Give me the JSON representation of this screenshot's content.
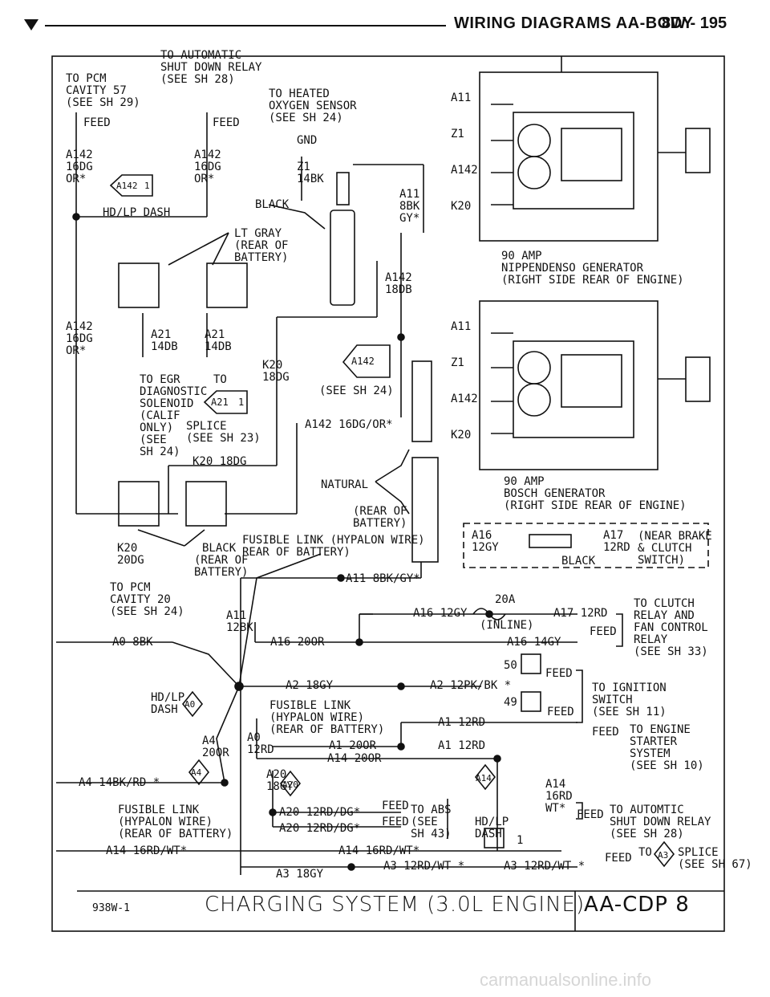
{
  "header": {
    "title": "WIRING DIAGRAMS AA-BODY",
    "page": "8W - 195"
  },
  "labels": {
    "to_pcm57": "TO PCM\nCAVITY 57\n(SEE SH 29)",
    "to_asd": "TO AUTOMATIC\nSHUT DOWN RELAY\n(SEE SH 28)",
    "to_o2": "TO HEATED\nOXYGEN SENSOR\n(SEE SH 24)",
    "feed_l": "FEED",
    "feed_c": "FEED",
    "gnd": "GND",
    "w_a142_l": "A142\n16DG\nOR*",
    "w_a142_c": "A142\n16DG\nOR*",
    "w_z1": "Z1\n14BK",
    "hdlp_dash": "HD/LP DASH",
    "black1": "BLACK",
    "w_a11_top": "A11\n8BK\nGY*",
    "lt_gray": "LT GRAY\n(REAR OF\nBATTERY)",
    "w_a142_18": "A142\n18DB",
    "w_a142_left": "A142\n16DG\nOR*",
    "w_a21_a": "A21\n14DB",
    "w_a21_b": "A21\n14DB",
    "w_k20_18": "K20\n18DG",
    "to_egr": "TO EGR\nDIAGNOSTIC\nSOLENOID\n(CALIF\nONLY)\n(SEE\nSH 24)",
    "to_splice": "TO",
    "splice_see": "SPLICE\n(SEE SH 23)",
    "see24": "(SEE SH 24)",
    "w_a142_dg": "A142 16DG/OR*",
    "w_k20_h": "K20 18DG",
    "natural": "NATURAL",
    "rear_batt": "(REAR OF\nBATTERY)",
    "k20_20": "K20\n20DG",
    "to_pcm20": "TO PCM\nCAVITY 20\n(SEE SH 24)",
    "black2": "BLACK",
    "rear_batt2": "(REAR OF\nBATTERY)",
    "fl_hypalon": "FUSIBLE LINK (HYPALON WIRE)\nREAR OF BATTERY)",
    "w_a11_8": "A11 8BK/GY*",
    "a11_12": "A11\n12BK",
    "a0_8bk": "A0 8BK",
    "a16_20or": "A16 20OR",
    "a16_12gy": "A16 12GY",
    "fuse20": "20A",
    "inline": "(INLINE)",
    "a17_12rd": "A17 12RD",
    "a16_14gy": "A16 14GY",
    "feed_r1": "FEED",
    "to_clutch": "TO CLUTCH\nRELAY AND\nFAN CONTROL\nRELAY\n(SEE SH 33)",
    "gen1_wires": "A11\n\n\nZ1\n\n\nA142\n\n\nK20",
    "gen1_name": "90 AMP\nNIPPENDENSO GENERATOR\n(RIGHT SIDE REAR OF ENGINE)",
    "gen2_wires": "A11\n\n\nZ1\n\n\nA142\n\n\nK20",
    "gen2_name": "90 AMP\nBOSCH GENERATOR\n(RIGHT SIDE REAR OF ENGINE)",
    "a16_box": "A16\n12GY",
    "a17_box": "A17\n12RD",
    "black_box": "BLACK",
    "near_brake": "(NEAR BRAKE\n& CLUTCH\nSWITCH)",
    "fuse50": "50",
    "fuse49": "49",
    "a2_18gy": "A2 18GY",
    "a2_12pk": "A2 12PK/BK *",
    "feed_r2": "FEED",
    "to_ign": "TO IGNITION\nSWITCH\n(SEE SH 11)",
    "hdlp_dash2": "HD/LP\nDASH",
    "fl2": "FUSIBLE LINK\n(HYPALON WIRE)\n(REAR OF BATTERY)",
    "a1_12rd_a": "A1 12RD",
    "feed_r3": "FEED",
    "a4_20or": "A4\n20OR",
    "a0_12rd": "A0\n12RD",
    "a1_20or": "A1 20OR",
    "a1_12rd_b": "A1 12RD",
    "feed_r4": "FEED",
    "to_starter": "TO ENGINE\nSTARTER\nSYSTEM\n(SEE SH 10)",
    "a14_20or": "A14 20OR",
    "a4_14bk": "A4 14BK/RD *",
    "a20_18gy": "A20\n18GY",
    "a14_16rd": "A14\n16RD\nWT*",
    "fl3": "FUSIBLE LINK\n(HYPALON WIRE)\n(REAR OF BATTERY)",
    "a20_12a": "A20 12RD/DG*",
    "a20_12b": "A20 12RD/DG*",
    "feed_abs1": "FEED",
    "feed_abs2": "FEED",
    "to_abs": "TO ABS\n(SEE\nSH 43)",
    "hdlp3": "HD/LP\nDASH",
    "feed_r5": "FEED",
    "to_asd2": "TO AUTOMTIC\nSHUT DOWN RELAY\n(SEE SH 28)",
    "a14_16rd_wt_l": "A14 16RD/WT*",
    "a14_16rd_wt_c": "A14 16RD/WT*",
    "fuse1": "1",
    "a3_18gy": "A3 18GY",
    "a3_12a": "A3 12RD/WT *",
    "a3_12b": "A3 12RD/WT *",
    "feed_r6": "FEED",
    "to_splice2": "TO",
    "splice67": "SPLICE\n(SEE SH 67)"
  },
  "connectors": {
    "a142_1": "A142",
    "a142_1_pin": "1",
    "a142_2": "A142",
    "a21": "A21",
    "a21_pin": "1",
    "a0": "A0",
    "a4": "A4",
    "a20": "A20",
    "a14": "A14",
    "a3": "A3"
  },
  "footer": {
    "id": "938W-1",
    "title": "CHARGING SYSTEM (3.0L ENGINE)",
    "code": "AA-CDP 8"
  },
  "watermark": "carmanualsonline.info"
}
